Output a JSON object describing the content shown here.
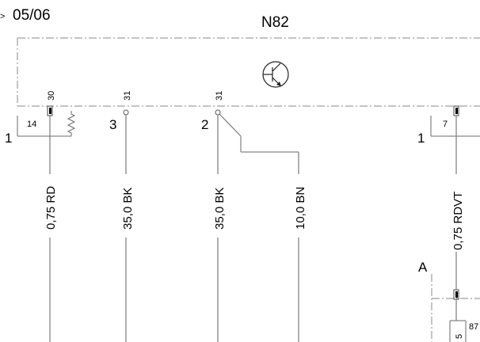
{
  "header": {
    "mark": ">",
    "date": "05/06"
  },
  "component": {
    "name": "N82"
  },
  "pins": [
    {
      "terminal": "30",
      "number": "14",
      "side": "1"
    },
    {
      "terminal": "31",
      "number": "3"
    },
    {
      "terminal": "31",
      "number": "2"
    },
    {
      "number": "7",
      "side": "1"
    }
  ],
  "wires": [
    {
      "label": "0,75 RD"
    },
    {
      "label": "35,0 BK"
    },
    {
      "label": "35,0 BK"
    },
    {
      "label": "10,0 BN"
    },
    {
      "label": "0,75 RDVT"
    }
  ],
  "connector_a": {
    "label": "A",
    "pin_number": "5",
    "terminal": "87"
  },
  "icons": {
    "transistor": "transistor-icon",
    "fuse": "resistor-icon"
  }
}
